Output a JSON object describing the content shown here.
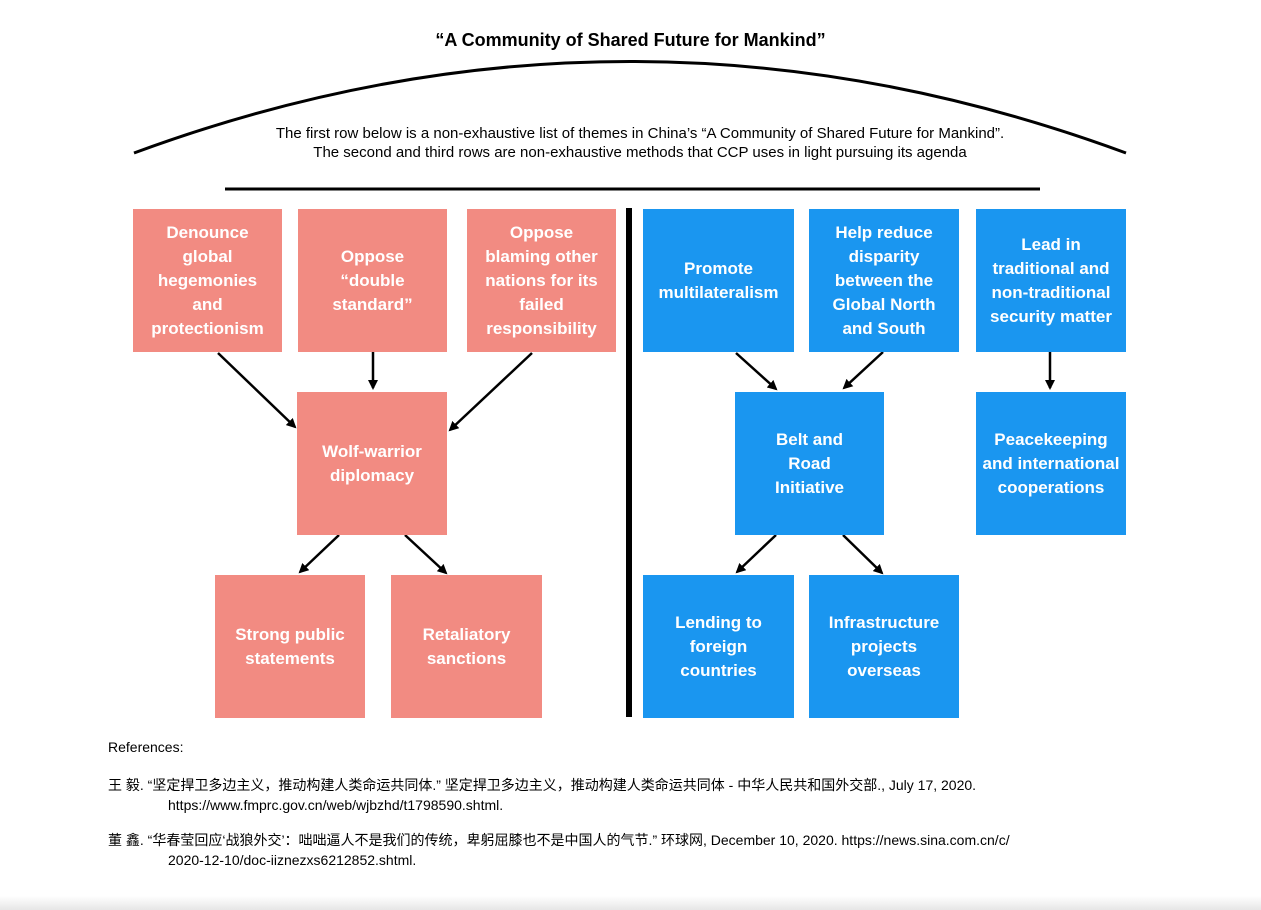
{
  "title": "“A Community of Shared Future for Mankind”",
  "intro": {
    "line1": "The first row below is a non-exhaustive list of themes in China’s “A Community of Shared Future for Mankind”.",
    "line2": "The second and third rows are non-exhaustive methods that CCP uses in light pursuing its agenda"
  },
  "colors": {
    "red_box": "#f28b82",
    "blue_box": "#1a96f0",
    "text": "#ffffff"
  },
  "left": {
    "themes": [
      "Denounce global hegemonies and protectionism",
      "Oppose “double standard”",
      "Oppose blaming other nations for its failed responsibility"
    ],
    "method": "Wolf-warrior diplomacy",
    "outcomes": [
      "Strong public statements",
      "Retaliatory sanctions"
    ]
  },
  "right": {
    "themes": [
      "Promote multilateralism",
      "Help reduce disparity between the Global North and South",
      "Lead in traditional and non-traditional security matter"
    ],
    "method": "Belt and Road Initiative",
    "method2": "Peacekeeping and international cooperations",
    "outcomes": [
      "Lending to foreign countries",
      "Infrastructure projects overseas"
    ]
  },
  "references": {
    "heading": "References:",
    "items": [
      {
        "line1": "王 毅. “坚定捍卫多边主义，推动构建人类命运共同体.” 坚定捍卫多边主义，推动构建人类命运共同体 - 中华人民共和国外交部., July 17, 2020.",
        "line2": "https://www.fmprc.gov.cn/web/wjbzhd/t1798590.shtml."
      },
      {
        "line1": "董 鑫. “华春莹回应‘战狼外交’：咄咄逼人不是我们的传统，卑躬屈膝也不是中国人的气节.” 环球网, December 10, 2020. https://news.sina.com.cn/c/",
        "line2": "2020-12-10/doc-iiznezxs6212852.shtml."
      }
    ]
  }
}
